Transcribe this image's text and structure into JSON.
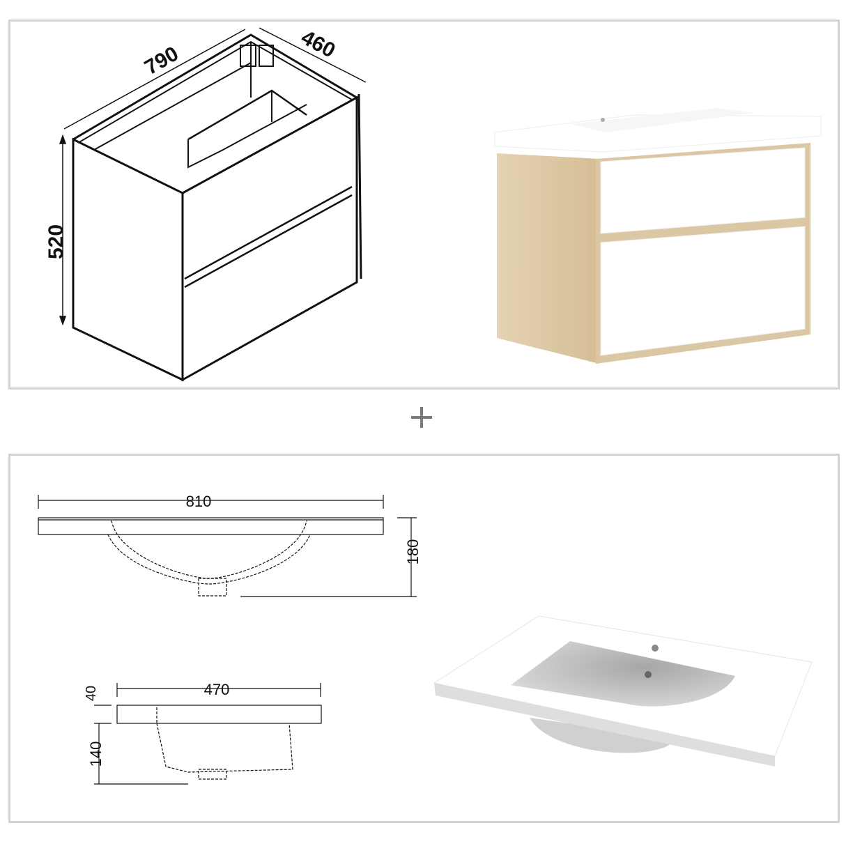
{
  "top_panel": {
    "cabinet_drawing": {
      "width_label": "790",
      "depth_label": "460",
      "height_label": "520"
    },
    "cabinet_render": {
      "description": "wall-hung vanity cabinet, oak side frame, two white drawers, white integrated basin top",
      "colors": {
        "oak": "#dcc7a4",
        "white": "#ffffff"
      }
    }
  },
  "separator": {
    "symbol": "+"
  },
  "bottom_panel": {
    "basin_front_view": {
      "width_label": "810",
      "height_label": "180"
    },
    "basin_side_view": {
      "depth_label": "470",
      "top_thickness_label": "40",
      "bowl_depth_label": "140"
    },
    "basin_render": {
      "description": "white rectangular countertop basin with one tap hole and overflow",
      "colors": {
        "top": "#ffffff",
        "bowl": "#b9b9b9"
      }
    }
  },
  "colors": {
    "panel_border": "#d4d4d4",
    "line": "#111111",
    "plus": "#7a7a7a"
  }
}
